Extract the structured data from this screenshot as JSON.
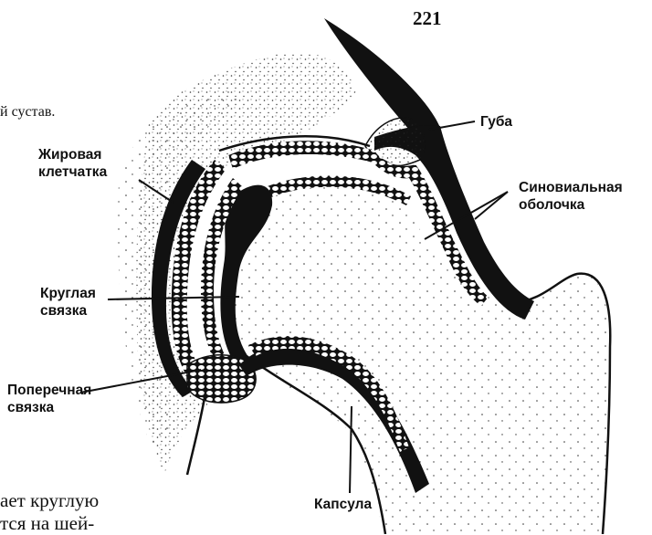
{
  "page": {
    "number": "221",
    "caption_fragment": "й сустав.",
    "body_lines": [
      "ает круглую",
      "тся на шей-"
    ]
  },
  "figure": {
    "labels": {
      "fat_tissue": [
        "Жировая",
        "клетчатка"
      ],
      "lip": "Губа",
      "synovial_membrane": [
        "Синовиальная",
        "оболочка"
      ],
      "round_ligament": [
        "Круглая",
        "связка"
      ],
      "transverse_ligament": [
        "Поперечная",
        "связка"
      ],
      "capsule": "Капсула"
    }
  }
}
